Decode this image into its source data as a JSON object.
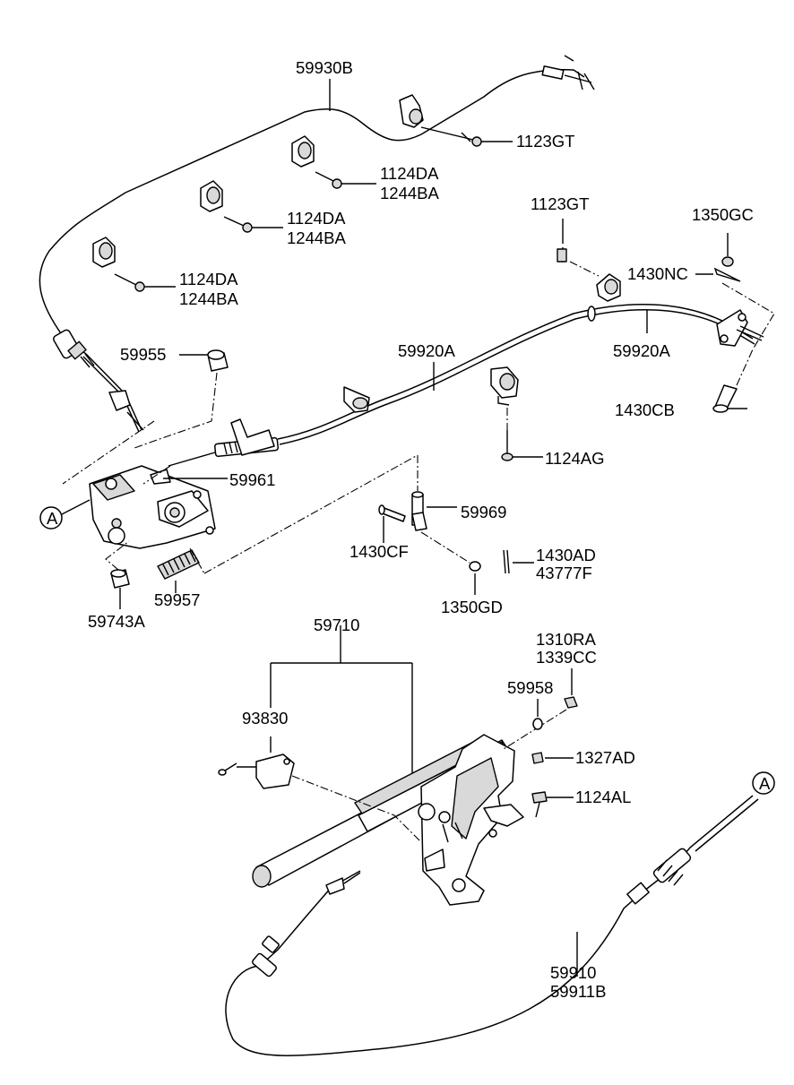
{
  "labels": {
    "p59930B": "59930B",
    "p1123GT_a": "1123GT",
    "p1124DA_a": "1124DA",
    "p1244BA_a": "1244BA",
    "p1124DA_b": "1124DA",
    "p1244BA_b": "1244BA",
    "p1124DA_c": "1124DA",
    "p1244BA_c": "1244BA",
    "p1123GT_b": "1123GT",
    "p1350GC": "1350GC",
    "p1430NC": "1430NC",
    "p59955": "59955",
    "p59920A_a": "59920A",
    "p59920A_b": "59920A",
    "p1430CB": "1430CB",
    "p1124AG": "1124AG",
    "p59961": "59961",
    "p59969": "59969",
    "p1430CF": "1430CF",
    "p1430AD": "1430AD",
    "p43777F": "43777F",
    "p1350GD": "1350GD",
    "p59957": "59957",
    "p59743A": "59743A",
    "p59710": "59710",
    "p1310RA": "1310RA",
    "p1339CC": "1339CC",
    "p59958": "59958",
    "p93830": "93830",
    "p1327AD": "1327AD",
    "p1124AL": "1124AL",
    "p59910": "59910",
    "p59911B": "59911B"
  },
  "connectors": {
    "left": "A",
    "right": "A"
  }
}
